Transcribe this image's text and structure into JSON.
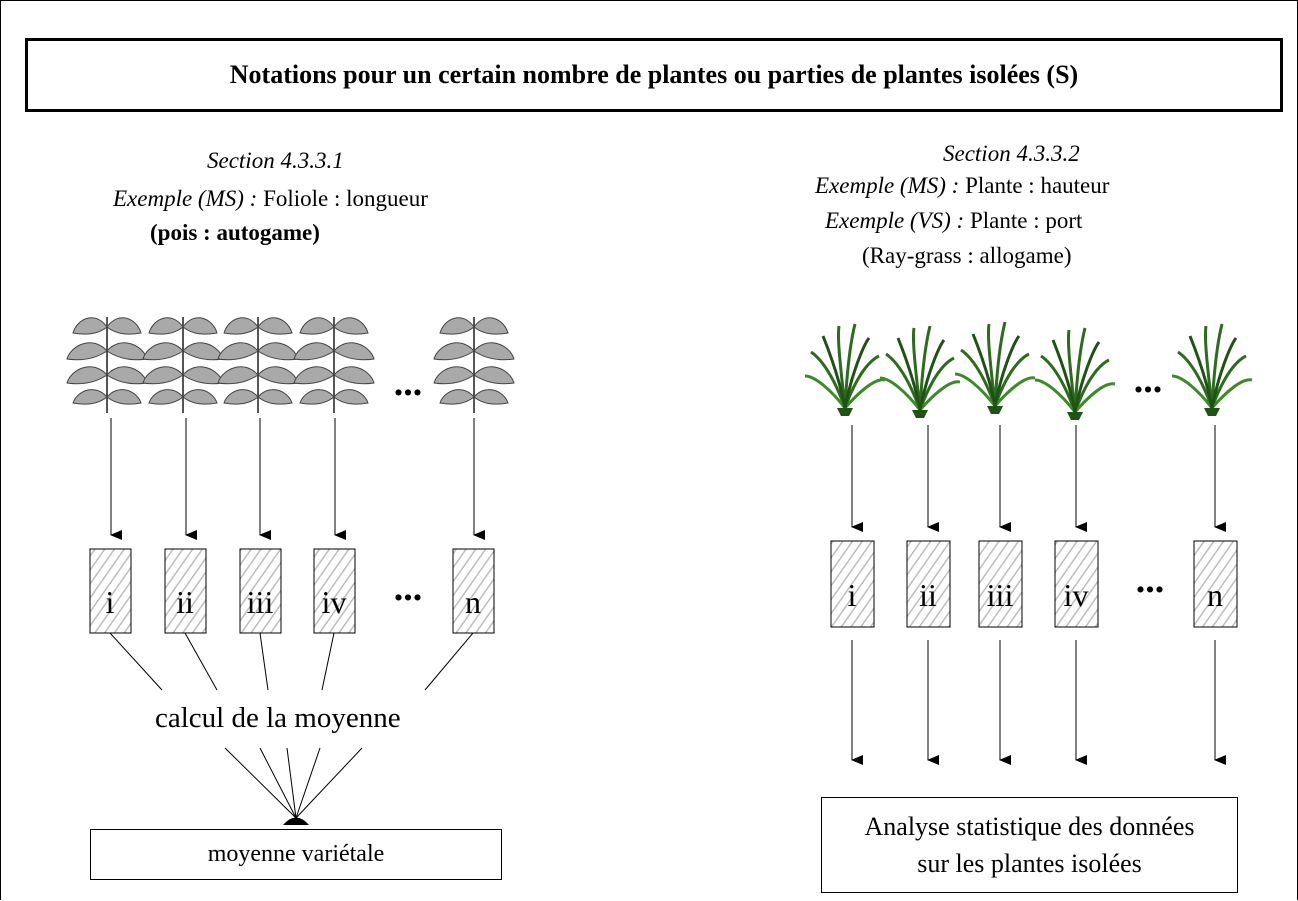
{
  "title": "Notations pour un certain nombre de plantes ou parties de plantes isolées (S)",
  "left": {
    "section": "Section 4.3.3.1",
    "example_label": "Exemple (MS) :",
    "example_value": "Foliole : longueur",
    "note": "(pois : autogame)",
    "plant_icon": "pea-plant-icon",
    "ellipsis": "...",
    "boxes": [
      "i",
      "ii",
      "iii",
      "iv",
      "n"
    ],
    "calc_label": "calcul de la moyenne",
    "result": "moyenne variétale"
  },
  "right": {
    "section": "Section 4.3.3.2",
    "example1_label": "Exemple (MS) :",
    "example1_value": "Plante : hauteur",
    "example2_label": "Exemple (VS) :",
    "example2_value": "Plante : port",
    "note": "(Ray-grass : allogame)",
    "plant_icon": "grass-plant-icon",
    "ellipsis": "...",
    "boxes": [
      "i",
      "ii",
      "iii",
      "iv",
      "n"
    ],
    "result_line1": "Analyse statistique des données",
    "result_line2": "sur les plantes isolées"
  },
  "colors": {
    "pea_leaf": "#a9a9a9",
    "grass": "#2e6b1f",
    "hatch": "#bdbdbd"
  }
}
